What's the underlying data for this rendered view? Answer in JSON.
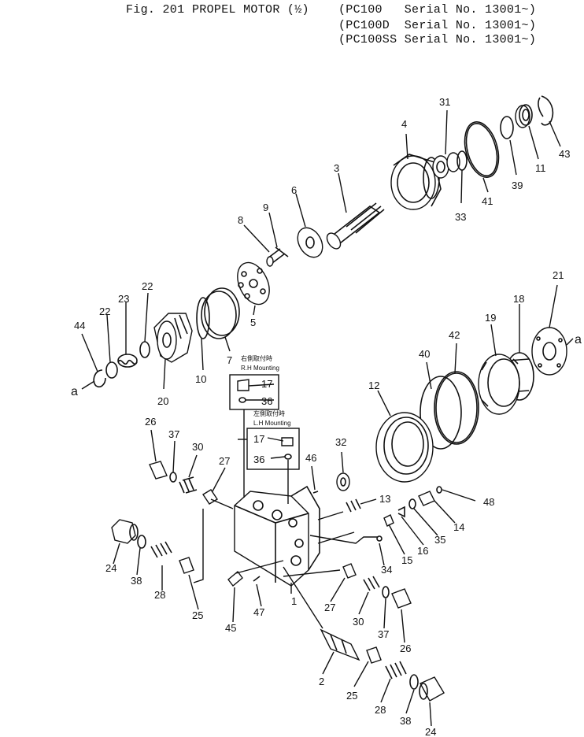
{
  "header": {
    "fig_no": "Fig. 201",
    "title": "PROPEL MOTOR (½)",
    "applicability": [
      "(PC100   Serial No. 13001~)",
      "(PC100D  Serial No. 13001~)",
      "(PC100SS Serial No. 13001~)"
    ]
  },
  "notes": {
    "rh_jp": "右側取付時",
    "rh_label": "R.H Mounting",
    "lh_jp": "左側取付時",
    "lh_label": "L.H Mounting",
    "ref_a": "a"
  },
  "callouts": {
    "c1": "1",
    "c2": "2",
    "c3": "3",
    "c4": "4",
    "c5": "5",
    "c6": "6",
    "c7": "7",
    "c8": "8",
    "c9": "9",
    "c10": "10",
    "c11": "11",
    "c12": "12",
    "c13": "13",
    "c14": "14",
    "c15": "15",
    "c16": "16",
    "c17": "17",
    "c18": "18",
    "c19": "19",
    "c20": "20",
    "c21": "21",
    "c22": "22",
    "c23": "23",
    "c24": "24",
    "c25": "25",
    "c26": "26",
    "c27": "27",
    "c28": "28",
    "c30": "30",
    "c31": "31",
    "c32": "32",
    "c33": "33",
    "c34": "34",
    "c35": "35",
    "c36": "36",
    "c37": "37",
    "c38": "38",
    "c39": "39",
    "c40": "40",
    "c41": "41",
    "c42": "42",
    "c43": "43",
    "c44": "44",
    "c45": "45",
    "c46": "46",
    "c47": "47",
    "c48": "48"
  }
}
